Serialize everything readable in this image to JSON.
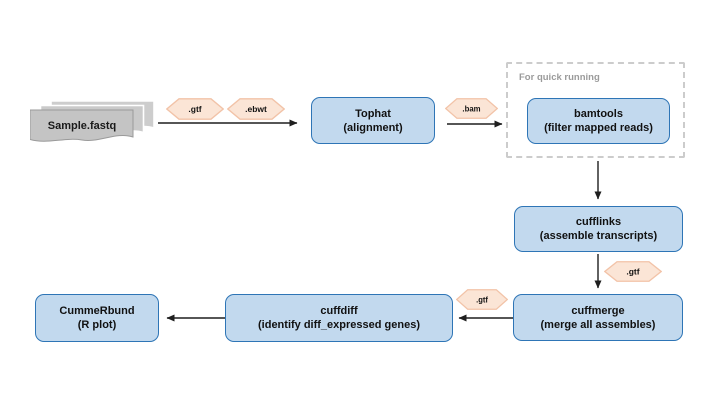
{
  "diagram": {
    "source": {
      "label": "Sample.fastq"
    },
    "badges": {
      "gtf1": ".gtf",
      "ebwt": ".ebwt",
      "bam": ".bam",
      "gtf2": ".gtf",
      "gtf3": ".gtf"
    },
    "group": {
      "label": "For quick running"
    },
    "nodes": {
      "tophat": {
        "title": "Tophat",
        "subtitle": "(alignment)"
      },
      "bamtools": {
        "title": "bamtools",
        "subtitle": "(filter mapped reads)"
      },
      "cufflinks": {
        "title": "cufflinks",
        "subtitle": "(assemble transcripts)"
      },
      "cuffmerge": {
        "title": "cuffmerge",
        "subtitle": "(merge all assembles)"
      },
      "cuffdiff": {
        "title": "cuffdiff",
        "subtitle": "(identify diff_expressed genes)"
      },
      "cummerbund": {
        "title": "CummeRbund",
        "subtitle": "(R plot)"
      }
    },
    "colors": {
      "node_fill": "#C2D9EE",
      "node_border": "#2E75B6",
      "badge_fill": "#FBE5D6",
      "badge_border": "#F2C3A8",
      "doc_fill": "#C6C6C6",
      "doc_border": "#9A9A9A",
      "arrow": "#1F1F1F",
      "group_border": "#CCCCCC",
      "group_label": "#9B9B9B"
    }
  }
}
